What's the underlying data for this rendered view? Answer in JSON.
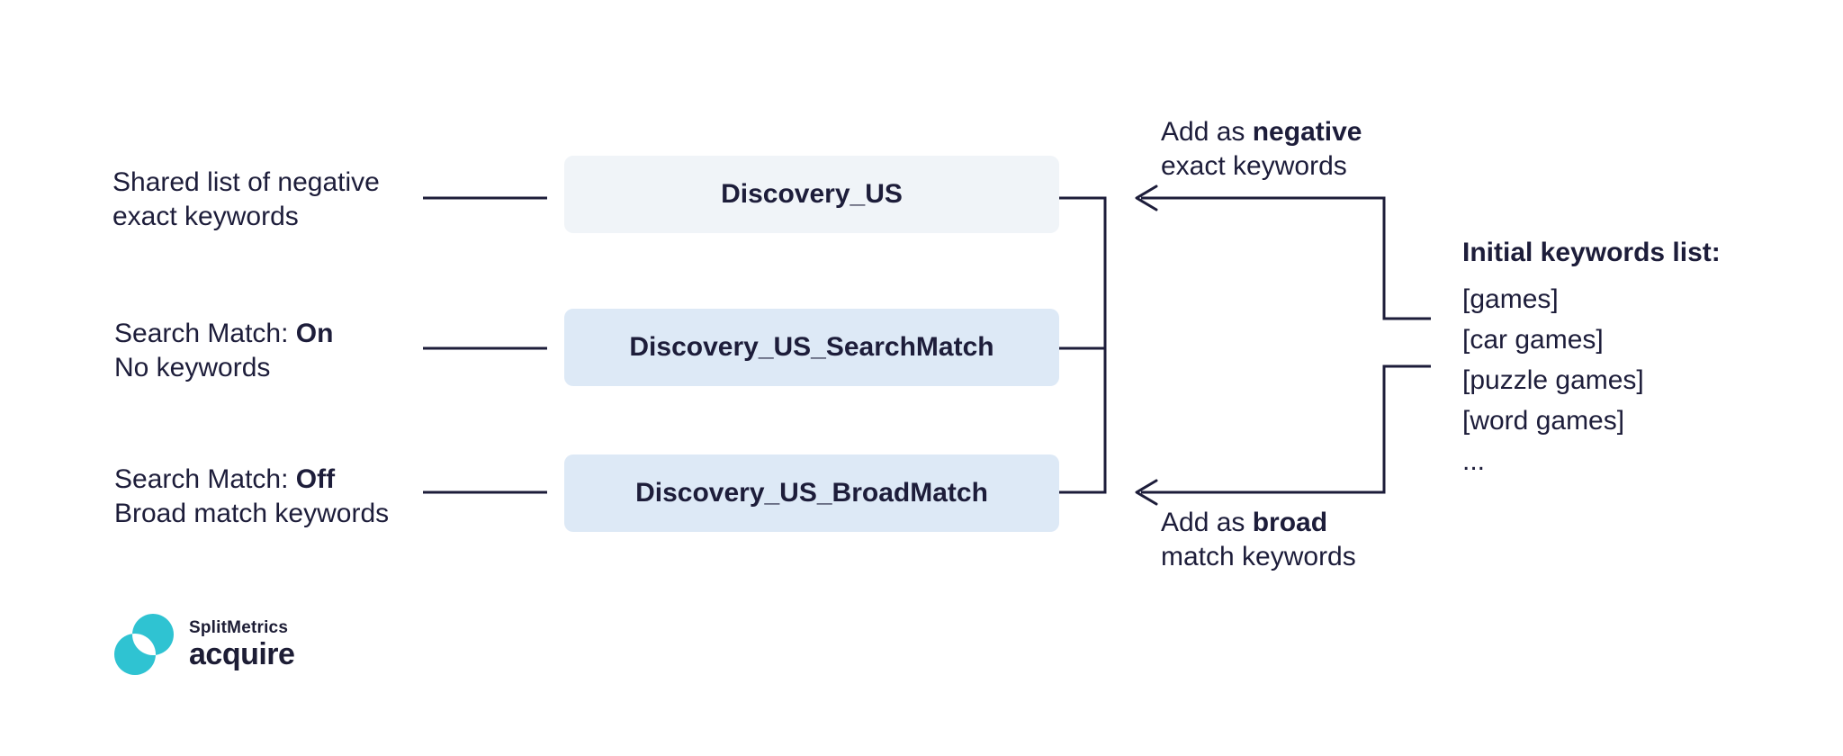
{
  "colors": {
    "text": "#1d1d3a",
    "line": "#1d1d3a",
    "box_light_bg": "#f0f4f8",
    "box_blue_bg": "#dde9f6",
    "logo_teal": "#2fc3d2"
  },
  "left_annotations": [
    {
      "line1": "Shared list of negative",
      "line2": "exact keywords"
    },
    {
      "line1_prefix": "Search Match: ",
      "line1_bold": "On",
      "line2": "No keywords"
    },
    {
      "line1_prefix": "Search Match: ",
      "line1_bold": "Off",
      "line2": "Broad match keywords"
    }
  ],
  "campaigns": [
    {
      "name": "Discovery_US"
    },
    {
      "name": "Discovery_US_SearchMatch"
    },
    {
      "name": "Discovery_US_BroadMatch"
    }
  ],
  "right_annotations": {
    "negative": {
      "line1_prefix": "Add as ",
      "line1_bold": "negative",
      "line2": "exact keywords"
    },
    "broad": {
      "line1_prefix": "Add as ",
      "line1_bold": "broad",
      "line2": "match keywords"
    }
  },
  "keywords_panel": {
    "title": "Initial keywords list:",
    "items": [
      "[games]",
      "[car games]",
      "[puzzle games]",
      "[word games]",
      "..."
    ]
  },
  "logo": {
    "brand": "SplitMetrics",
    "product": "acquire"
  }
}
